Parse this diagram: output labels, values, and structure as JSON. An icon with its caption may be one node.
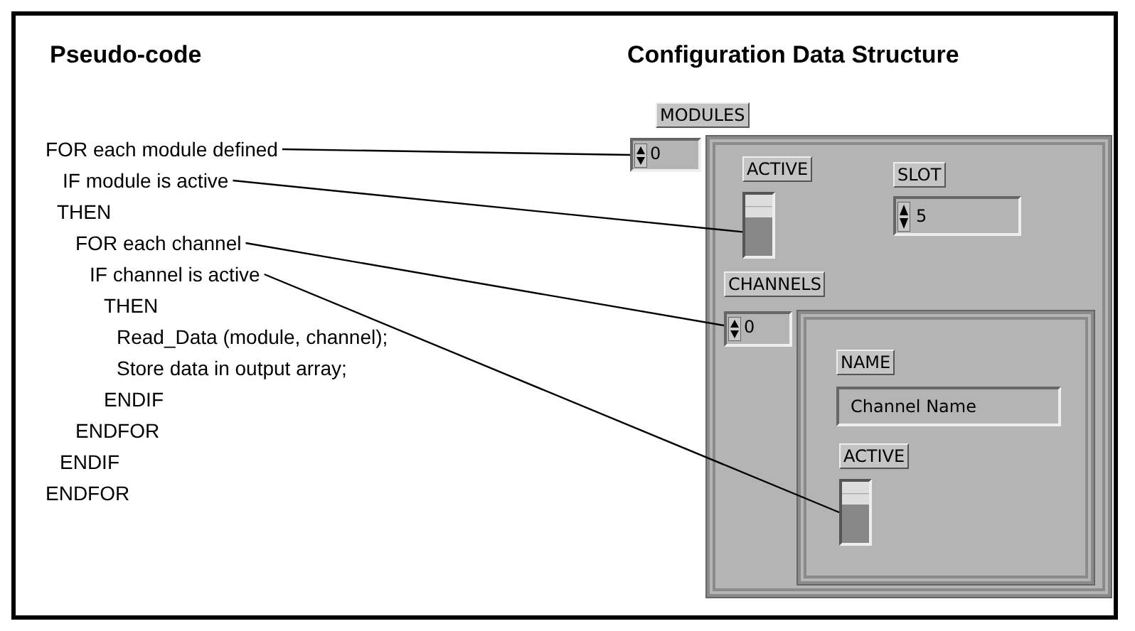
{
  "diagram": {
    "nodes": [
      {
        "text": [
          "FOR each module defined"
        ]
      },
      {
        "text": [
          "IF module is active"
        ]
      },
      {
        "text": [
          "FOR each channel"
        ]
      },
      {
        "text": [
          "IF channel is active"
        ]
      },
      {
        "text": [
          "MODULES"
        ]
      },
      {
        "text": [
          "0"
        ]
      },
      {
        "text": [
          "ACTIVE"
        ],
        "in": 4
      },
      {
        "text": [
          "SLOT",
          "5"
        ],
        "in": 4
      },
      {
        "text": [
          "CHANNELS"
        ],
        "in": 4
      },
      {
        "text": [
          "0"
        ],
        "in": 4
      },
      {
        "text": [
          "NAME",
          "Channel Name"
        ],
        "in": 8
      },
      {
        "text": [
          "ACTIVE"
        ],
        "in": 8
      }
    ],
    "edges": [
      {
        "from": 0,
        "to": 5,
        "arrow": "none"
      },
      {
        "from": 1,
        "to": 6,
        "arrow": "none"
      },
      {
        "from": 2,
        "to": 9,
        "arrow": "none"
      },
      {
        "from": 3,
        "to": 11,
        "arrow": "none"
      }
    ],
    "labels": [
      "Pseudo-code",
      "Configuration Data Structure",
      "THEN",
      "THEN",
      "Read_Data (module, channel);",
      "Store data in output array;",
      "ENDIF",
      "ENDFOR",
      "ENDIF",
      "ENDFOR"
    ]
  }
}
